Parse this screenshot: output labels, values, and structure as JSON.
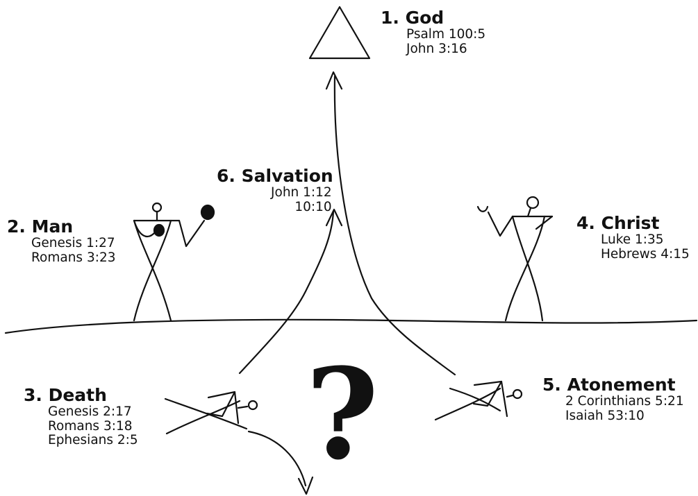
{
  "labels": {
    "god": {
      "title": "1.  God",
      "refs": [
        "Psalm 100:5",
        "John 3:16"
      ]
    },
    "man": {
      "title": "2. Man",
      "refs": [
        "Genesis 1:27",
        "Romans 3:23"
      ]
    },
    "death": {
      "title": "3. Death",
      "refs": [
        "Genesis 2:17",
        "Romans 3:18",
        "Ephesians 2:5"
      ]
    },
    "christ": {
      "title": "4. Christ",
      "refs": [
        "Luke 1:35",
        "Hebrews 4:15"
      ]
    },
    "atonement": {
      "title": "5. Atonement",
      "refs": [
        "2 Corinthians 5:21",
        "Isaiah 53:10"
      ]
    },
    "salvation": {
      "title": "6. Salvation",
      "refs": [
        "John 1:12",
        "10:10"
      ]
    }
  },
  "question_mark": "?",
  "icons": [
    "triangle-icon",
    "stick-figure-man",
    "stick-figure-christ",
    "fallen-figure-death",
    "fallen-figure-atonement",
    "question-mark-icon"
  ]
}
